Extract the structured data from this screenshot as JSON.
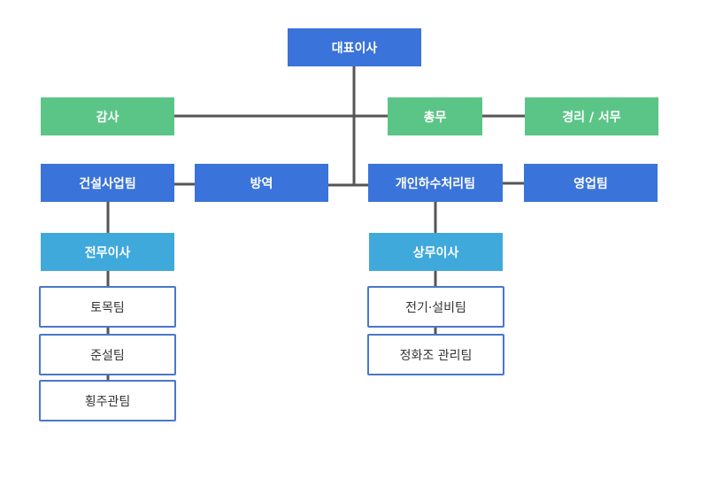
{
  "org": {
    "ceo": "대표이사",
    "audit": "감사",
    "general_affairs": "총무",
    "accounting": "경리 / 서무",
    "construction_team": "건설사업팀",
    "quarantine": "방역",
    "sewage_team": "개인하수처리팀",
    "sales_team": "영업팀",
    "managing_director_left": "전무이사",
    "managing_director_right": "상무이사",
    "civil_team": "토목팀",
    "completion_team": "준설팀",
    "sewer_team": "횡주관팀",
    "electrical_team": "전기·설비팀",
    "septic_team": "정화조 관리팀"
  },
  "colors": {
    "primary": "#3a73da",
    "staff": "#5bc587",
    "director": "#3fa9dc",
    "outline": "#4a77c9",
    "line": "#555555"
  }
}
